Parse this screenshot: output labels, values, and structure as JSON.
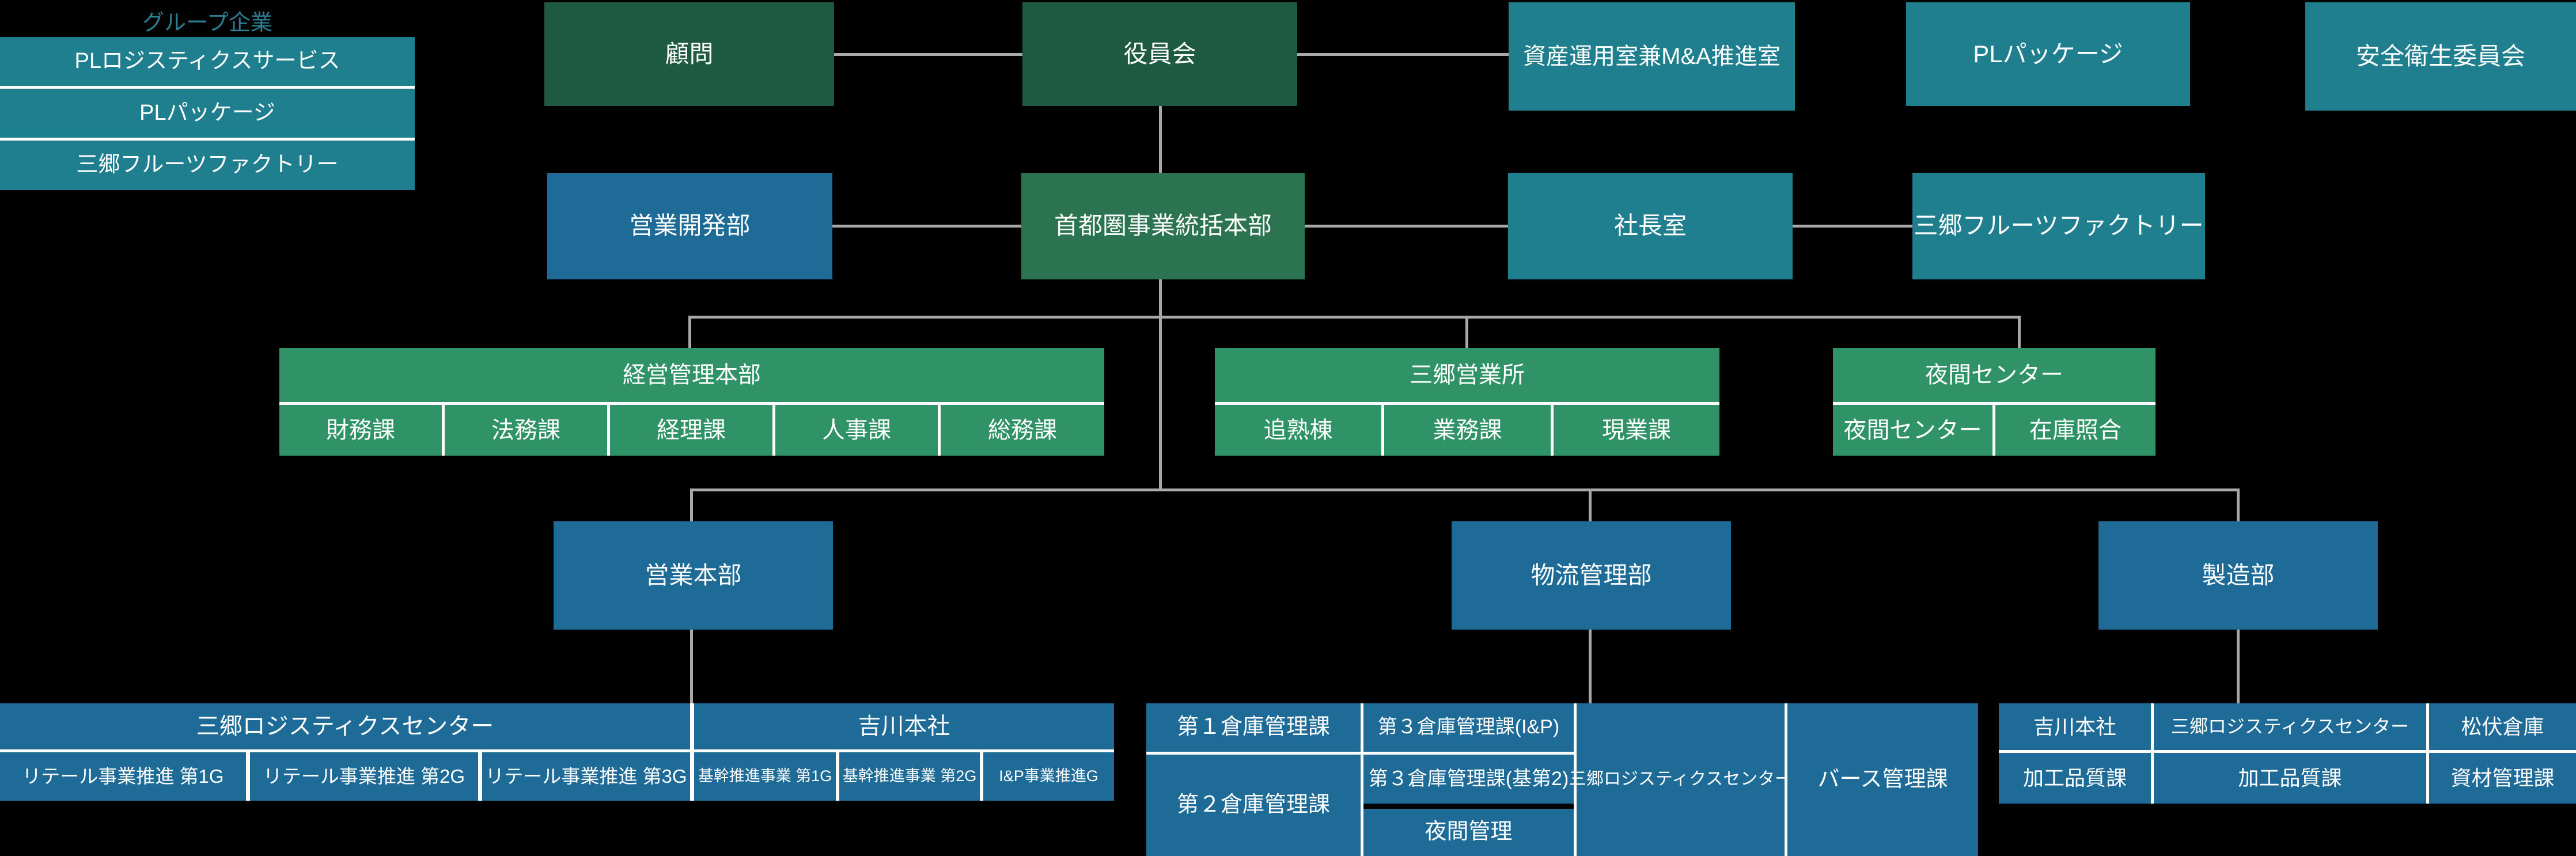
{
  "colors": {
    "background": "#000000",
    "dark_green": "#1e5a41",
    "medium_green": "#2c7351",
    "green": "#2f9367",
    "teal": "#1f7f8f",
    "blue": "#1e6b98",
    "connector_line": "#a8a8a8",
    "divider_white": "#ffffff",
    "divider_dark": "#000000",
    "label_text": "#2b7e92",
    "box_text": "#ffffff"
  },
  "group_companies": {
    "label": "グループ企業",
    "items": [
      "PLロジスティクスサービス",
      "PLパッケージ",
      "三郷フルーツファクトリー"
    ]
  },
  "row1": {
    "advisor": "顧問",
    "board": "役員会",
    "asset_management": "資産運用室兼M&A推進室",
    "pl_package": "PLパッケージ",
    "safety_committee": "安全衛生委員会"
  },
  "row2": {
    "sales_development": "営業開発部",
    "metropolitan_hq": "首都圏事業統括本部",
    "president_office": "社長室",
    "misato_fruits_factory": "三郷フルーツファクトリー"
  },
  "row3": {
    "groups": [
      {
        "header": "経営管理本部",
        "cells": [
          "財務課",
          "法務課",
          "経理課",
          "人事課",
          "総務課"
        ]
      },
      {
        "header": "三郷営業所",
        "cells": [
          "追熟棟",
          "業務課",
          "現業課"
        ]
      },
      {
        "header": "夜間センター",
        "cells": [
          "夜間センター",
          "在庫照合"
        ]
      }
    ]
  },
  "row4": {
    "sales_hq": "営業本部",
    "logistics_management": "物流管理部",
    "manufacturing": "製造部"
  },
  "bottom_left": {
    "headers": [
      "三郷ロジスティクスセンター",
      "吉川本社"
    ],
    "retail_cells": [
      "リテール事業推進 第1G",
      "リテール事業推進 第2G",
      "リテール事業推進 第3G"
    ],
    "core_cells": [
      "基幹推進事業 第1G",
      "基幹推進事業 第2G",
      "I&P事業推進G"
    ]
  },
  "bottom_middle": {
    "warehouse1": "第１倉庫管理課",
    "warehouse2": "第２倉庫管理課",
    "warehouse3_ip": "第３倉庫管理課(I&P)",
    "warehouse3_ki2": "第３倉庫管理課(基第2)",
    "night_management": "夜間管理",
    "misato_logistics_center": "三郷ロジスティクスセンター",
    "berth_management": "バース管理課"
  },
  "bottom_right": {
    "row1": [
      "吉川本社",
      "三郷ロジスティクスセンター",
      "松伏倉庫"
    ],
    "row2": [
      "加工品質課",
      "加工品質課",
      "資材管理課"
    ]
  }
}
